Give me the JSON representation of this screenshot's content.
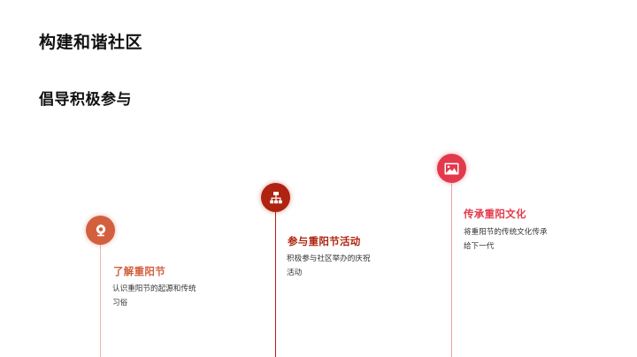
{
  "slide": {
    "title": "构建和谐社区",
    "subtitle": "倡导积极参与"
  },
  "timeline": {
    "items": [
      {
        "icon": "webcam-icon",
        "heading": "了解重阳节",
        "description": "认识重阳节的起源和传统习俗",
        "color": "#D2603F",
        "line_color": "#E9B7AA"
      },
      {
        "icon": "sitemap-icon",
        "heading": "参与重阳节活动",
        "description": "积极参与社区举办的庆祝活动",
        "color": "#AE2410",
        "line_color": "#AE2410"
      },
      {
        "icon": "image-icon",
        "heading": "传承重阳文化",
        "description": "将重阳节的传统文化传承给下一代",
        "color": "#E23A4C",
        "line_color": "#EFA1A9"
      }
    ]
  }
}
